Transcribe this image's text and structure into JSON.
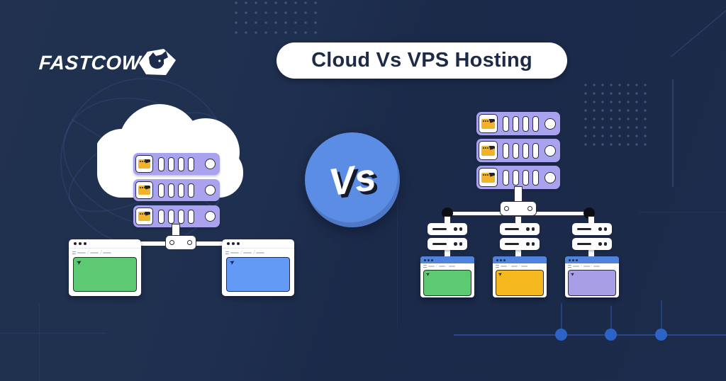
{
  "canvas": {
    "background": "#1d2c4d"
  },
  "brand": {
    "name": "FASTCOW"
  },
  "banner": {
    "title": "Cloud Vs VPS Hosting",
    "text_color": "#1e2b48",
    "pill_color": "#ffffff"
  },
  "vs": {
    "label": "Vs",
    "circle_color": "#5b8de5"
  },
  "colors": {
    "server_purple": "#a9a3ef",
    "folder_yellow": "#f2b32b",
    "outline_dark": "#2c2c38",
    "screen_green": "#5ec973",
    "screen_blue": "#639af5",
    "screen_yellow": "#f5b81f",
    "screen_purple": "#a79ee6",
    "browser_bar_blue": "#4f83dd",
    "circuit_blue": "#2d62c6"
  },
  "cloud_side": {
    "browsers": [
      {
        "screen": "#5ec973"
      },
      {
        "screen": "#639af5"
      }
    ]
  },
  "vps_side": {
    "browsers": [
      {
        "screen": "#5ec973"
      },
      {
        "screen": "#f5b81f"
      },
      {
        "screen": "#a79ee6"
      }
    ]
  },
  "icons": {
    "logo_mark": "bull-head-icon",
    "screen_pointer": "cursor-arrow-icon",
    "pointer_glyph": "➤"
  }
}
